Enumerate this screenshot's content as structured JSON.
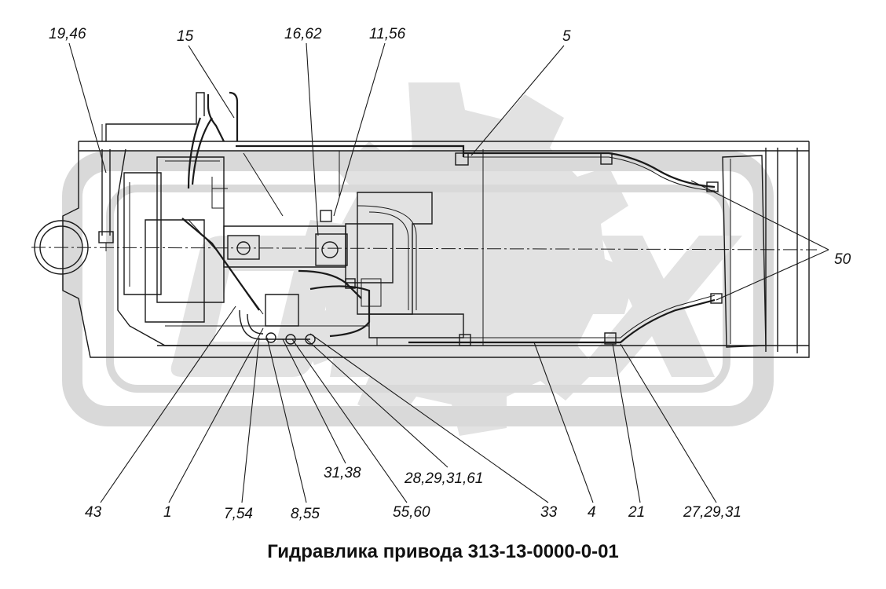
{
  "title": "Гидравлика привода 313-13-0000-0-01",
  "watermark": {
    "text": "OREX",
    "color": "#dcdcdc"
  },
  "labels": {
    "l1946": "19,46",
    "l15": "15",
    "l1662": "16,62",
    "l1156": "11,56",
    "l5": "5",
    "l50": "50",
    "l43": "43",
    "l1": "1",
    "l754": "7,54",
    "l855": "8,55",
    "l3138": "31,38",
    "l5560": "55,60",
    "l28293161": "28,29,31,61",
    "l33": "33",
    "l4": "4",
    "l21": "21",
    "l272931": "27,29,31"
  }
}
